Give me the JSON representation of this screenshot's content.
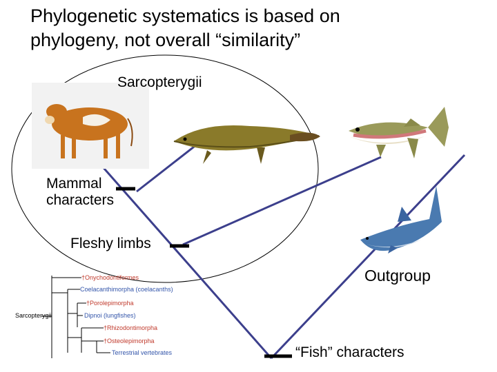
{
  "title_line1": "Phylogenetic systematics is based on",
  "title_line2": "phylogeny, not overall “similarity”",
  "clade_label": "Sarcopterygii",
  "mammal_line1": "Mammal",
  "mammal_line2": "characters",
  "fleshy_label": "Fleshy limbs",
  "outgroup_label": "Outgroup",
  "fish_label": "“Fish” characters",
  "taxa": [
    {
      "name": "cow",
      "icon": "cow-icon"
    },
    {
      "name": "lungfish",
      "icon": "lungfish-icon"
    },
    {
      "name": "trout",
      "icon": "trout-icon"
    },
    {
      "name": "shark",
      "icon": "shark-icon"
    }
  ],
  "inset_tree": {
    "root": "Sarcopterygii",
    "taxa": [
      "†Onychodontiformes",
      "Coelacanthimorpha (coelacanths)",
      "†Porolepimorpha",
      "Dipnoi (lungfishes)",
      "†Rhizodontimorpha",
      "†Osteolepimorpha",
      "Terrestrial vertebrates"
    ]
  },
  "colors": {
    "tree_line": "#3c3f8c",
    "tick": "#000000",
    "inset_text": "#3355aa"
  }
}
